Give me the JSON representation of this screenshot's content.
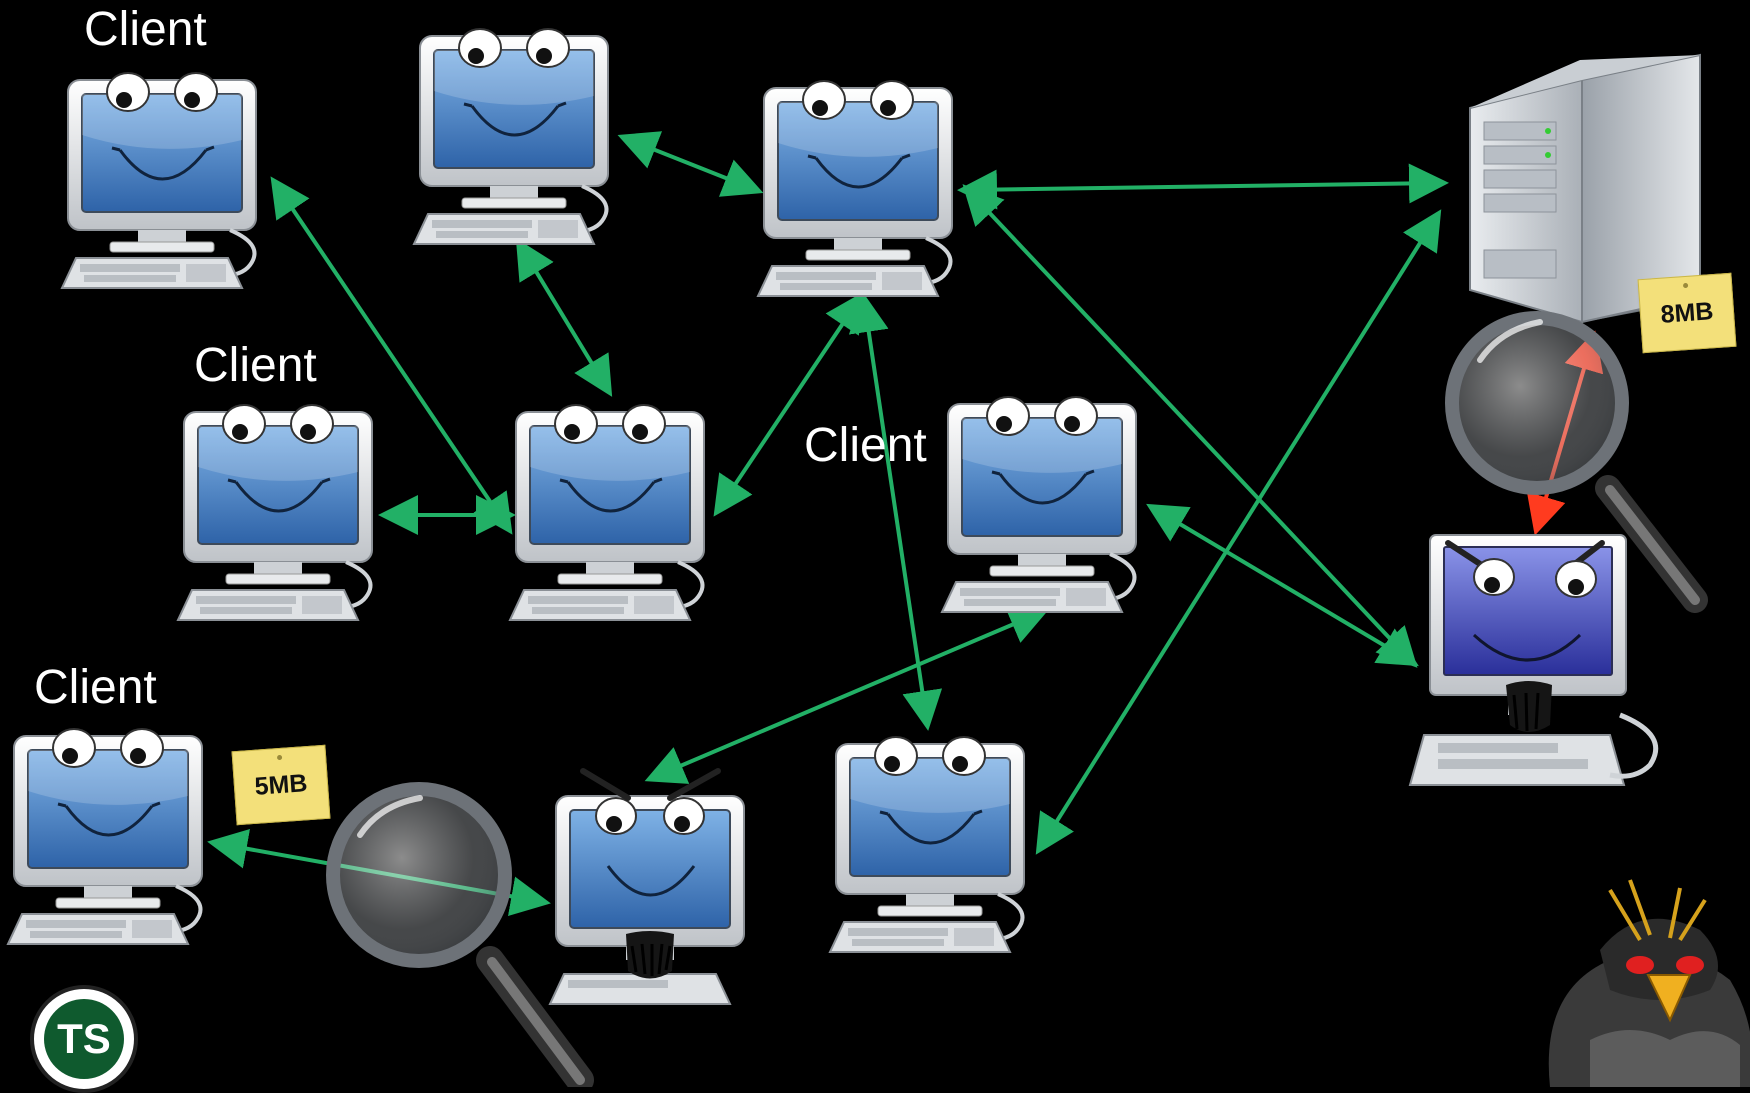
{
  "labels": {
    "client_top_left": "Client",
    "client_mid_left": "Client",
    "client_center": "Client",
    "client_bottom_left": "Client"
  },
  "files": {
    "server_file": "8MB",
    "client_file": "5MB"
  },
  "logo_text": "TS",
  "icons": {
    "computer": "happy-computer-icon",
    "spy": "bearded-spy-computer-icon",
    "server": "server-tower-icon",
    "magnifier": "magnifying-glass-icon",
    "mascot": "angry-penguin-icon"
  },
  "colors": {
    "background": "#000000",
    "link": "#22b066",
    "intercept": "#ff3b1f",
    "label": "#ffffff",
    "note": "#f3e07a"
  }
}
